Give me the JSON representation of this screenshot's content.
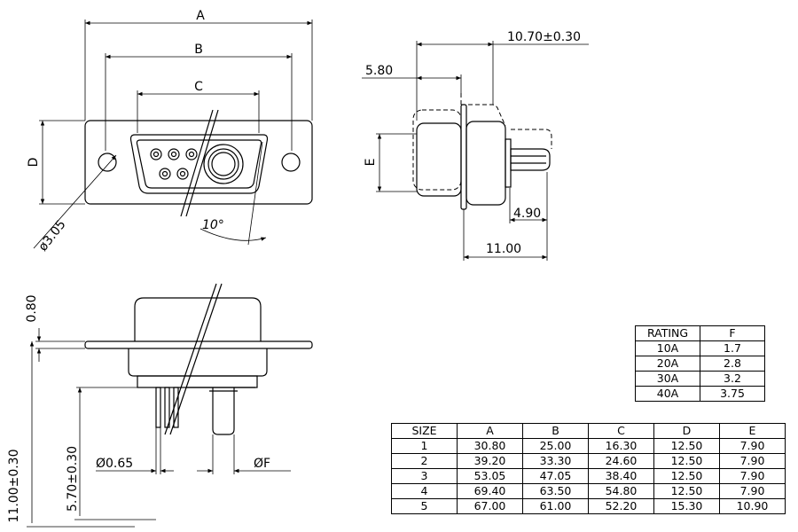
{
  "labels": {
    "a": "A",
    "b": "B",
    "c": "C",
    "d": "D",
    "e": "E",
    "hole_dia": "ø3.05",
    "angle": "10°",
    "len_total": "10.70±0.30",
    "len_body": "5.80",
    "len_flange": "11.00",
    "len_pin": "4.90",
    "flange_thk": "0.80",
    "overall_height": "11.00±0.30",
    "pin_height": "5.70±0.30",
    "pin_dia": "Ø0.65",
    "power_pin_dia": "ØF"
  },
  "rating_table": {
    "headers": [
      "RATING",
      "F"
    ],
    "rows": [
      [
        "10A",
        "1.7"
      ],
      [
        "20A",
        "2.8"
      ],
      [
        "30A",
        "3.2"
      ],
      [
        "40A",
        "3.75"
      ]
    ]
  },
  "size_table": {
    "headers": [
      "SIZE",
      "A",
      "B",
      "C",
      "D",
      "E"
    ],
    "rows": [
      [
        "1",
        "30.80",
        "25.00",
        "16.30",
        "12.50",
        "7.90"
      ],
      [
        "2",
        "39.20",
        "33.30",
        "24.60",
        "12.50",
        "7.90"
      ],
      [
        "3",
        "53.05",
        "47.05",
        "38.40",
        "12.50",
        "7.90"
      ],
      [
        "4",
        "69.40",
        "63.50",
        "54.80",
        "12.50",
        "7.90"
      ],
      [
        "5",
        "67.00",
        "61.00",
        "52.20",
        "15.30",
        "10.90"
      ]
    ]
  }
}
